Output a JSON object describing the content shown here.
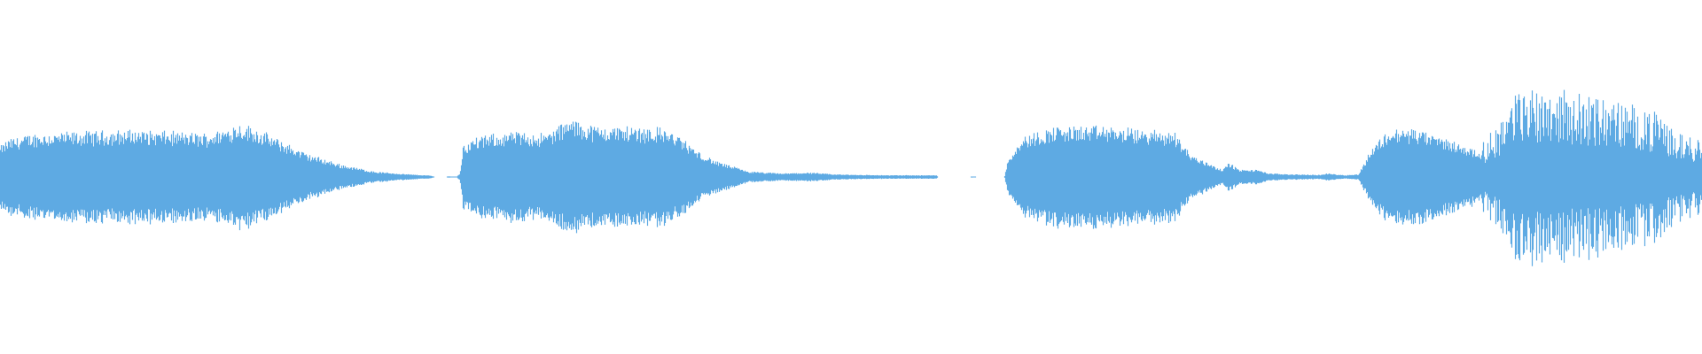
{
  "waveform": {
    "color": "#5eaae3",
    "background": "#ffffff",
    "amplitude_envelope": [
      [
        0.0,
        0.17
      ],
      [
        0.005,
        0.21
      ],
      [
        0.02,
        0.24
      ],
      [
        0.05,
        0.25
      ],
      [
        0.08,
        0.26
      ],
      [
        0.1,
        0.25
      ],
      [
        0.12,
        0.24
      ],
      [
        0.13,
        0.26
      ],
      [
        0.14,
        0.3
      ],
      [
        0.15,
        0.27
      ],
      [
        0.165,
        0.2
      ],
      [
        0.18,
        0.13
      ],
      [
        0.2,
        0.07
      ],
      [
        0.22,
        0.03
      ],
      [
        0.24,
        0.015
      ],
      [
        0.253,
        0.008
      ],
      [
        0.255,
        0.0
      ],
      [
        0.262,
        0.0
      ],
      [
        0.263,
        0.004
      ],
      [
        0.268,
        0.0
      ],
      [
        0.27,
        0.02
      ],
      [
        0.272,
        0.18
      ],
      [
        0.28,
        0.22
      ],
      [
        0.3,
        0.25
      ],
      [
        0.32,
        0.24
      ],
      [
        0.335,
        0.32
      ],
      [
        0.35,
        0.28
      ],
      [
        0.37,
        0.28
      ],
      [
        0.39,
        0.27
      ],
      [
        0.4,
        0.22
      ],
      [
        0.41,
        0.14
      ],
      [
        0.42,
        0.09
      ],
      [
        0.43,
        0.06
      ],
      [
        0.44,
        0.03
      ],
      [
        0.46,
        0.02
      ],
      [
        0.475,
        0.025
      ],
      [
        0.49,
        0.015
      ],
      [
        0.52,
        0.01
      ],
      [
        0.55,
        0.01
      ],
      [
        0.551,
        0.0
      ],
      [
        0.57,
        0.0
      ],
      [
        0.571,
        0.004
      ],
      [
        0.573,
        0.0
      ],
      [
        0.59,
        0.0
      ],
      [
        0.592,
        0.1
      ],
      [
        0.6,
        0.22
      ],
      [
        0.62,
        0.28
      ],
      [
        0.65,
        0.28
      ],
      [
        0.67,
        0.26
      ],
      [
        0.69,
        0.25
      ],
      [
        0.7,
        0.12
      ],
      [
        0.71,
        0.08
      ],
      [
        0.718,
        0.04
      ],
      [
        0.722,
        0.08
      ],
      [
        0.728,
        0.04
      ],
      [
        0.74,
        0.04
      ],
      [
        0.745,
        0.02
      ],
      [
        0.76,
        0.015
      ],
      [
        0.775,
        0.012
      ],
      [
        0.78,
        0.02
      ],
      [
        0.79,
        0.01
      ],
      [
        0.798,
        0.015
      ],
      [
        0.805,
        0.15
      ],
      [
        0.815,
        0.26
      ],
      [
        0.83,
        0.27
      ],
      [
        0.85,
        0.21
      ],
      [
        0.87,
        0.14
      ],
      [
        0.878,
        0.22
      ],
      [
        0.89,
        0.38
      ],
      [
        0.905,
        0.42
      ],
      [
        0.92,
        0.38
      ],
      [
        0.94,
        0.36
      ],
      [
        0.96,
        0.32
      ],
      [
        0.975,
        0.28
      ],
      [
        0.985,
        0.2
      ],
      [
        1.0,
        0.17
      ]
    ]
  }
}
